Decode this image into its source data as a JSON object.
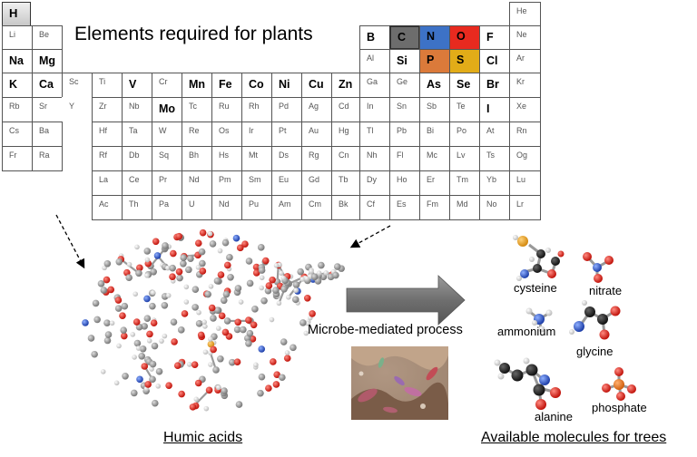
{
  "periodic_table": {
    "title": "Elements required for plants",
    "elements": {
      "H": "H",
      "He": "He",
      "Li": "Li",
      "Be": "Be",
      "B": "B",
      "C": "C",
      "N": "N",
      "O": "O",
      "F": "F",
      "Ne": "Ne",
      "Na": "Na",
      "Mg": "Mg",
      "Al": "Al",
      "Si": "Si",
      "P": "P",
      "S": "S",
      "Cl": "Cl",
      "Ar": "Ar",
      "K": "K",
      "Ca": "Ca",
      "Sc": "Sc",
      "Ti": "Ti",
      "V": "V",
      "Cr": "Cr",
      "Mn": "Mn",
      "Fe": "Fe",
      "Co": "Co",
      "Ni": "Ni",
      "Cu": "Cu",
      "Zn": "Zn",
      "Ga": "Ga",
      "Ge": "Ge",
      "As": "As",
      "Se": "Se",
      "Br": "Br",
      "Kr": "Kr",
      "Rb": "Rb",
      "Sr": "Sr",
      "Y": "Y",
      "Zr": "Zr",
      "Nb": "Nb",
      "Mo": "Mo",
      "Tc": "Tc",
      "Ru": "Ru",
      "Rh": "Rh",
      "Pd": "Pd",
      "Ag": "Ag",
      "Cd": "Cd",
      "In": "In",
      "Sn": "Sn",
      "Sb": "Sb",
      "Te": "Te",
      "I": "I",
      "Xe": "Xe",
      "Cs": "Cs",
      "Ba": "Ba",
      "Hf": "Hf",
      "Ta": "Ta",
      "W": "W",
      "Re": "Re",
      "Os": "Os",
      "Ir": "Ir",
      "Pt": "Pt",
      "Au": "Au",
      "Hg": "Hg",
      "Tl": "Tl",
      "Pb": "Pb",
      "Bi": "Bi",
      "Po": "Po",
      "At": "At",
      "Rn": "Rn",
      "Fr": "Fr",
      "Ra": "Ra",
      "Rf": "Rf",
      "Db": "Db",
      "Sg": "Sq",
      "Bh": "Bh",
      "Hs": "Hs",
      "Mt": "Mt",
      "Ds": "Ds",
      "Rg": "Rg",
      "Cn": "Cn",
      "Nh": "Nh",
      "Fl": "Fl",
      "Mc": "Mc",
      "Lv": "Lv",
      "Ts": "Ts",
      "Og": "Og",
      "La": "La",
      "Ce": "Ce",
      "Pr": "Pr",
      "Nd": "Nd",
      "Pm": "Pm",
      "Sm": "Sm",
      "Eu": "Eu",
      "Gd": "Gd",
      "Tb": "Tb",
      "Dy": "Dy",
      "Ho": "Ho",
      "Er": "Er",
      "Tm": "Tm",
      "Yb": "Yb",
      "Lu": "Lu",
      "Ac": "Ac",
      "Th": "Th",
      "Pa": "Pa",
      "U": "U",
      "Np": "Nd",
      "Pu": "Pu",
      "Am": "Am",
      "Cm": "Cm",
      "Bk": "Bk",
      "Cf": "Cf",
      "Es": "Es",
      "Fm": "Fm",
      "Md": "Md",
      "No": "No",
      "Lr": "Lr"
    },
    "colors": {
      "C": "#6d6d6d",
      "N": "#3d72c6",
      "O": "#e82a1f",
      "P": "#db7a3a",
      "S": "#e2ac18"
    }
  },
  "labels": {
    "humic_acids": "Humic acids",
    "process": "Microbe-mediated process",
    "available": "Available molecules for trees"
  },
  "molecules": {
    "cysteine": "cysteine",
    "nitrate": "nitrate",
    "ammonium": "ammonium",
    "glycine": "glycine",
    "alanine": "alanine",
    "phosphate": "phosphate"
  }
}
